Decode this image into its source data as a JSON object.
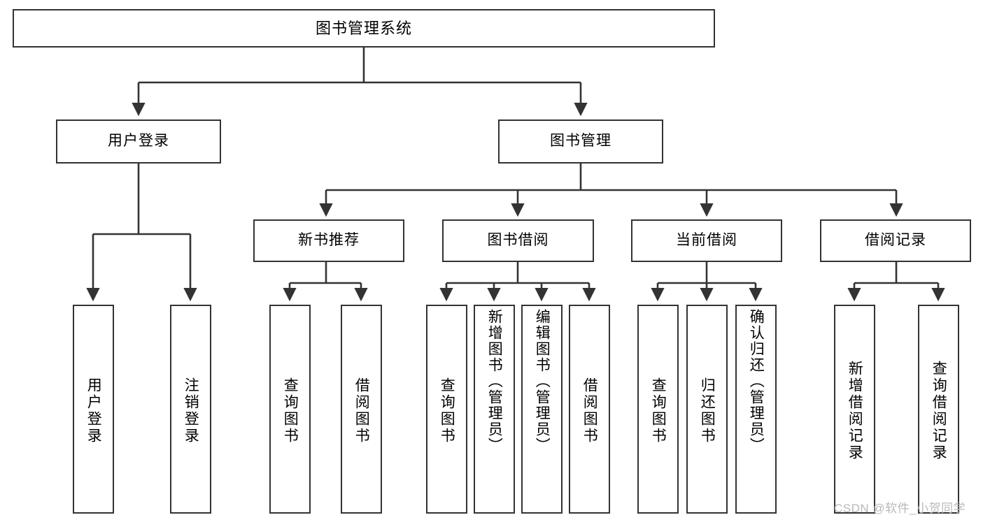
{
  "diagram": {
    "type": "tree",
    "title": "图书管理系统",
    "root": {
      "label": "图书管理系统"
    },
    "level2": [
      {
        "label": "用户登录"
      },
      {
        "label": "图书管理"
      }
    ],
    "level3": [
      {
        "label": "新书推荐"
      },
      {
        "label": "图书借阅"
      },
      {
        "label": "当前借阅"
      },
      {
        "label": "借阅记录"
      }
    ],
    "leaves": {
      "user_login": [
        {
          "label": "用户登录"
        },
        {
          "label": "注销登录"
        }
      ],
      "new_book_recommend": [
        {
          "label": "查询图书"
        },
        {
          "label": "借阅图书"
        }
      ],
      "book_borrow": [
        {
          "label": "查询图书"
        },
        {
          "label": "新增图书（管理员）"
        },
        {
          "label": "编辑图书（管理员）"
        },
        {
          "label": "借阅图书"
        }
      ],
      "current_borrow": [
        {
          "label": "查询图书"
        },
        {
          "label": "归还图书"
        },
        {
          "label": "确认归还（管理员）"
        }
      ],
      "borrow_records": [
        {
          "label": "新增借阅记录"
        },
        {
          "label": "查询借阅记录"
        }
      ]
    }
  },
  "watermark": {
    "text": "CSDN @软件_小贺同学"
  },
  "colors": {
    "stroke": "#333333",
    "background": "#ffffff",
    "text": "#000000",
    "watermark": "#b9b9b9"
  }
}
